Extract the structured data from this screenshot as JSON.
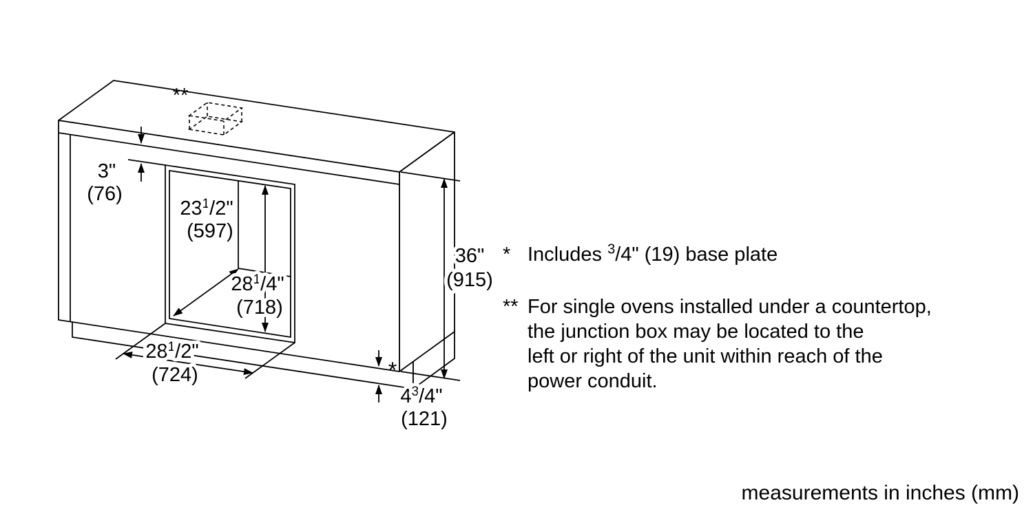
{
  "colors": {
    "line": "#000000",
    "background": "#ffffff"
  },
  "markers": {
    "junction_box": "**"
  },
  "dims": {
    "d76": {
      "inch": "3\"",
      "mm": "(76)"
    },
    "d597": {
      "whole": "23",
      "num": "1",
      "den": "/2\"",
      "mm": "(597)"
    },
    "d718": {
      "whole": "28",
      "num": "1",
      "den": "/4\"",
      "mm": "(718)"
    },
    "d724": {
      "whole": "28",
      "num": "1",
      "den": "/2\"",
      "mm": "(724)"
    },
    "d915": {
      "inch": "36\"",
      "mm": "(915)"
    },
    "d121": {
      "star": "*",
      "whole": "4",
      "num": "3",
      "den": "/4\"",
      "mm": "(121)"
    }
  },
  "notes": {
    "footnote1": {
      "marker": "*",
      "pre": "Includes ",
      "frac_num": "3",
      "den_post": "/4\" (19) base plate"
    },
    "footnote2": {
      "marker": "**",
      "lines": [
        "For single ovens installed under a countertop,",
        "the junction box may be located to the",
        "left or right of the unit within reach of the",
        "power conduit."
      ]
    },
    "units_note": "measurements in inches (mm)"
  }
}
